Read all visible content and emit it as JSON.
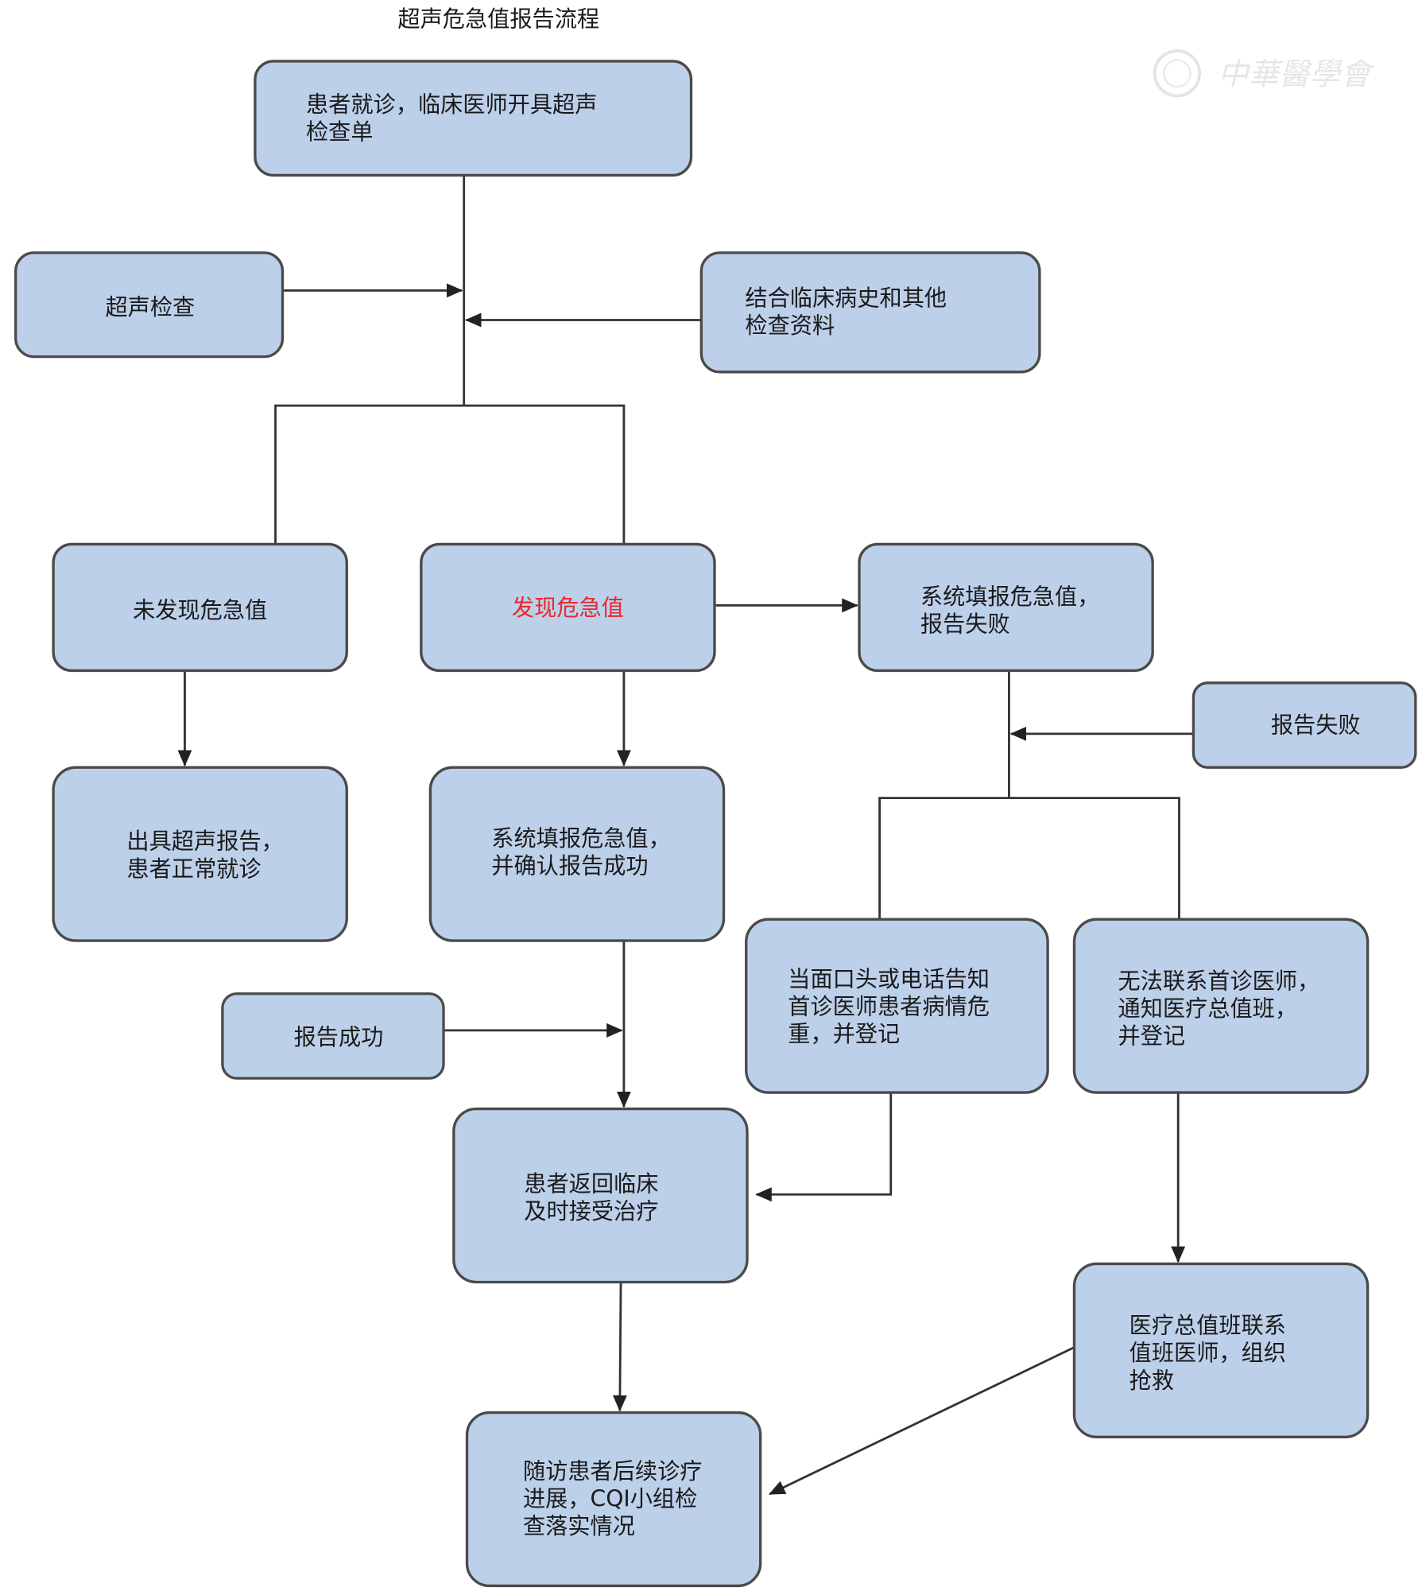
{
  "title": "超声危急值报告流程",
  "watermark": "中華醫學會",
  "colors": {
    "box_fill": "#bdd0ea",
    "highlight_text": "#e8282b"
  },
  "nodes": {
    "visit": [
      "患者就诊，临床医师开具超声",
      "检查单"
    ],
    "ultrasound": [
      "超声检查"
    ],
    "history": [
      "结合临床病史和其他",
      "检查资料"
    ],
    "no_critical": [
      "未发现危急值"
    ],
    "critical": [
      "发现危急值"
    ],
    "report_fail_box": [
      "系统填报危急值，",
      "报告失败"
    ],
    "fail_label": [
      "报告失败"
    ],
    "normal_report": [
      "出具超声报告，",
      "患者正常就诊"
    ],
    "report_success_box": [
      "系统填报危急值，",
      "并确认报告成功"
    ],
    "success_label": [
      "报告成功"
    ],
    "notify_doctor": [
      "当面口头或电话告知",
      "首诊医师患者病情危",
      "重，并登记"
    ],
    "notify_duty": [
      "无法联系首诊医师，",
      "通知医疗总值班，",
      "并登记"
    ],
    "return_clinic": [
      "患者返回临床",
      "及时接受治疗"
    ],
    "duty_rescue": [
      "医疗总值班联系",
      "值班医师，组织",
      "抢救"
    ],
    "followup": [
      "随访患者后续诊疗",
      "进展，CQI小组检",
      "查落实情况"
    ]
  }
}
